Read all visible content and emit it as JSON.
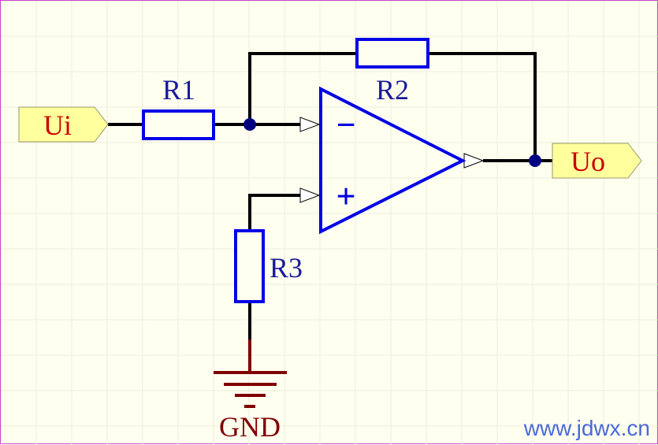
{
  "schematic": {
    "ports": {
      "input": "Ui",
      "output": "Uo"
    },
    "resistors": {
      "r1": "R1",
      "r2": "R2",
      "r3": "R3"
    },
    "opamp": {
      "inverting_symbol": "−",
      "noninverting_symbol": "+"
    },
    "ground": "GND",
    "watermark": "www.jdwx.cn"
  },
  "colors": {
    "wire": "#000000",
    "component": "#0000E6",
    "junction": "#000080",
    "ground": "#800000",
    "port_fill": "#FFFF9E",
    "port_text": "#CC0000",
    "label_text": "#1A1A99",
    "grid": "#EDEDDD"
  }
}
